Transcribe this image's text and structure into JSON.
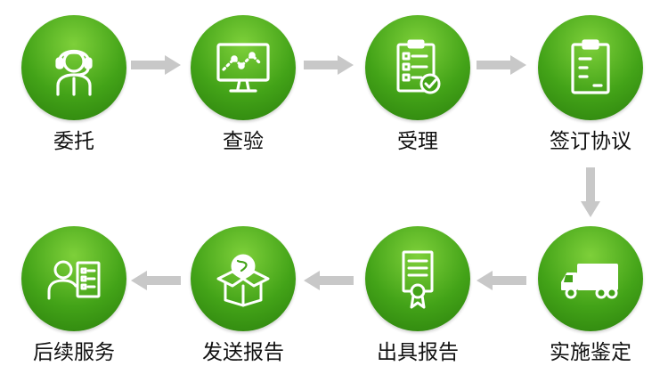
{
  "colors": {
    "circle_light": "#7ed03a",
    "circle_dark": "#2a7f0c",
    "arrow": "#c8c8c8",
    "icon": "#ffffff",
    "label": "#111111"
  },
  "steps": [
    {
      "label": "委托",
      "icon": "customer-service-headset-icon"
    },
    {
      "label": "查验",
      "icon": "monitor-line-chart-icon"
    },
    {
      "label": "受理",
      "icon": "checklist-clipboard-icon"
    },
    {
      "label": "签订协议",
      "icon": "clipboard-document-icon"
    },
    {
      "label": "实施鉴定",
      "icon": "delivery-truck-icon"
    },
    {
      "label": "出具报告",
      "icon": "certificate-ribbon-icon"
    },
    {
      "label": "发送报告",
      "icon": "open-box-globe-icon"
    },
    {
      "label": "后续服务",
      "icon": "person-checklist-icon"
    }
  ]
}
